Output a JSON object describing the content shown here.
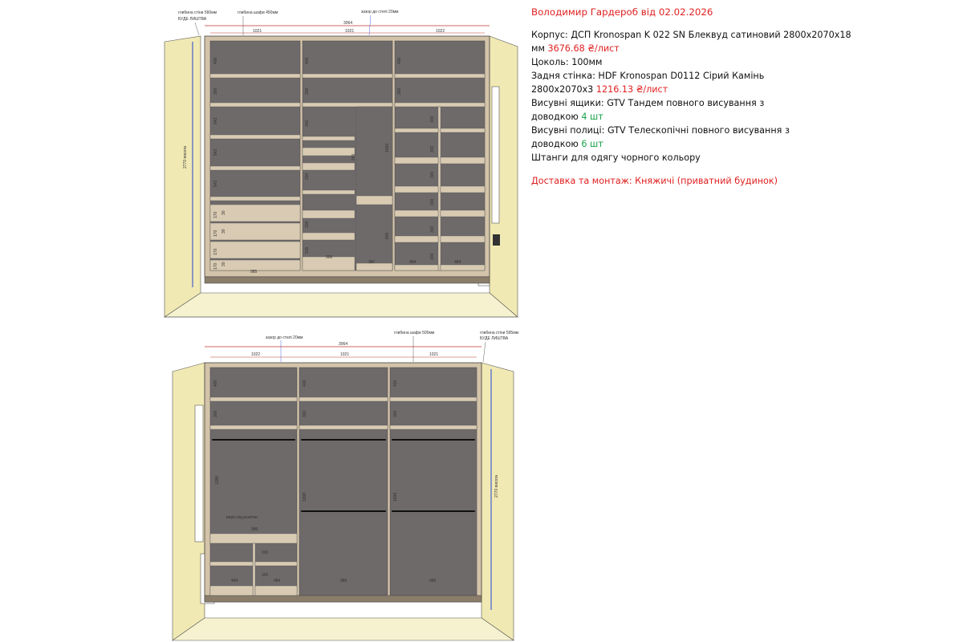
{
  "spec": {
    "title": "Володимир Гардероб від 02.02.2026",
    "korpus_label": "Корпус:",
    "korpus_text": "ДСП Kronospan K 022 SN Блеквуд сатиновий 2800х2070х18",
    "korpus_unit": "мм",
    "korpus_price": "3676.68 ₴/лист",
    "tsokol": "Цоколь: 100мм",
    "back_label": "Задня стінка:",
    "back_text": "HDF Kronospan D0112 Сірий Камінь",
    "back_size": "2800х2070х3",
    "back_price": "1216.13 ₴/лист",
    "drawers_label": "Висувні ящики:",
    "drawers_text": "GTV Тандем повного висування з",
    "drawers_close": "доводкою",
    "drawers_count": "4 шт",
    "shelves_label": "Висувні полиці:",
    "shelves_text": "GTV Телескопічні повного висування з",
    "shelves_close": "доводкою",
    "shelves_count": "6 шт",
    "rods": "Штанги для одягу чорного кольору",
    "delivery": "Доставка та монтаж: Княжичі (приватний будинок)"
  },
  "top_view": {
    "note_wall_depth": "глибина стіни 560мм",
    "note_wall_depth2": "БУДЕ ЛИШТВА",
    "note_wardrobe_depth": "глибина шафи 450мм",
    "note_gap": "зазор до стелі 20мм",
    "total_width": "3064",
    "sections": [
      "1021",
      "1021",
      "1022"
    ],
    "height": "2770 висота",
    "labels": [
      "400",
      "400",
      "400",
      "300",
      "300",
      "300",
      "543",
      "340",
      "340",
      "543",
      "200",
      "543",
      "200",
      "1000",
      "543",
      "200",
      "200",
      "800",
      "170",
      "170",
      "170",
      "30",
      "30",
      "30",
      "985",
      "515",
      "900",
      "387",
      "484",
      "484",
      "306",
      "300",
      "300",
      "300",
      "300"
    ]
  },
  "bottom_view": {
    "note_gap": "зазор до стелі 20мм",
    "note_wardrobe_depth": "глибина шафи 500мм",
    "note_wall_depth": "глибина стіни 595мм",
    "note_wall_depth2": "БУДЕ ЛИШТВА",
    "total_width": "3064",
    "sections": [
      "1022",
      "1021",
      "1021"
    ],
    "height": "2770 висота",
    "outlet_note": "виріз під розетки",
    "labels": [
      "400",
      "400",
      "400",
      "300",
      "300",
      "300",
      "1386",
      "1898",
      "1898",
      "986",
      "300",
      "300",
      "484",
      "484",
      "985",
      "985"
    ]
  }
}
